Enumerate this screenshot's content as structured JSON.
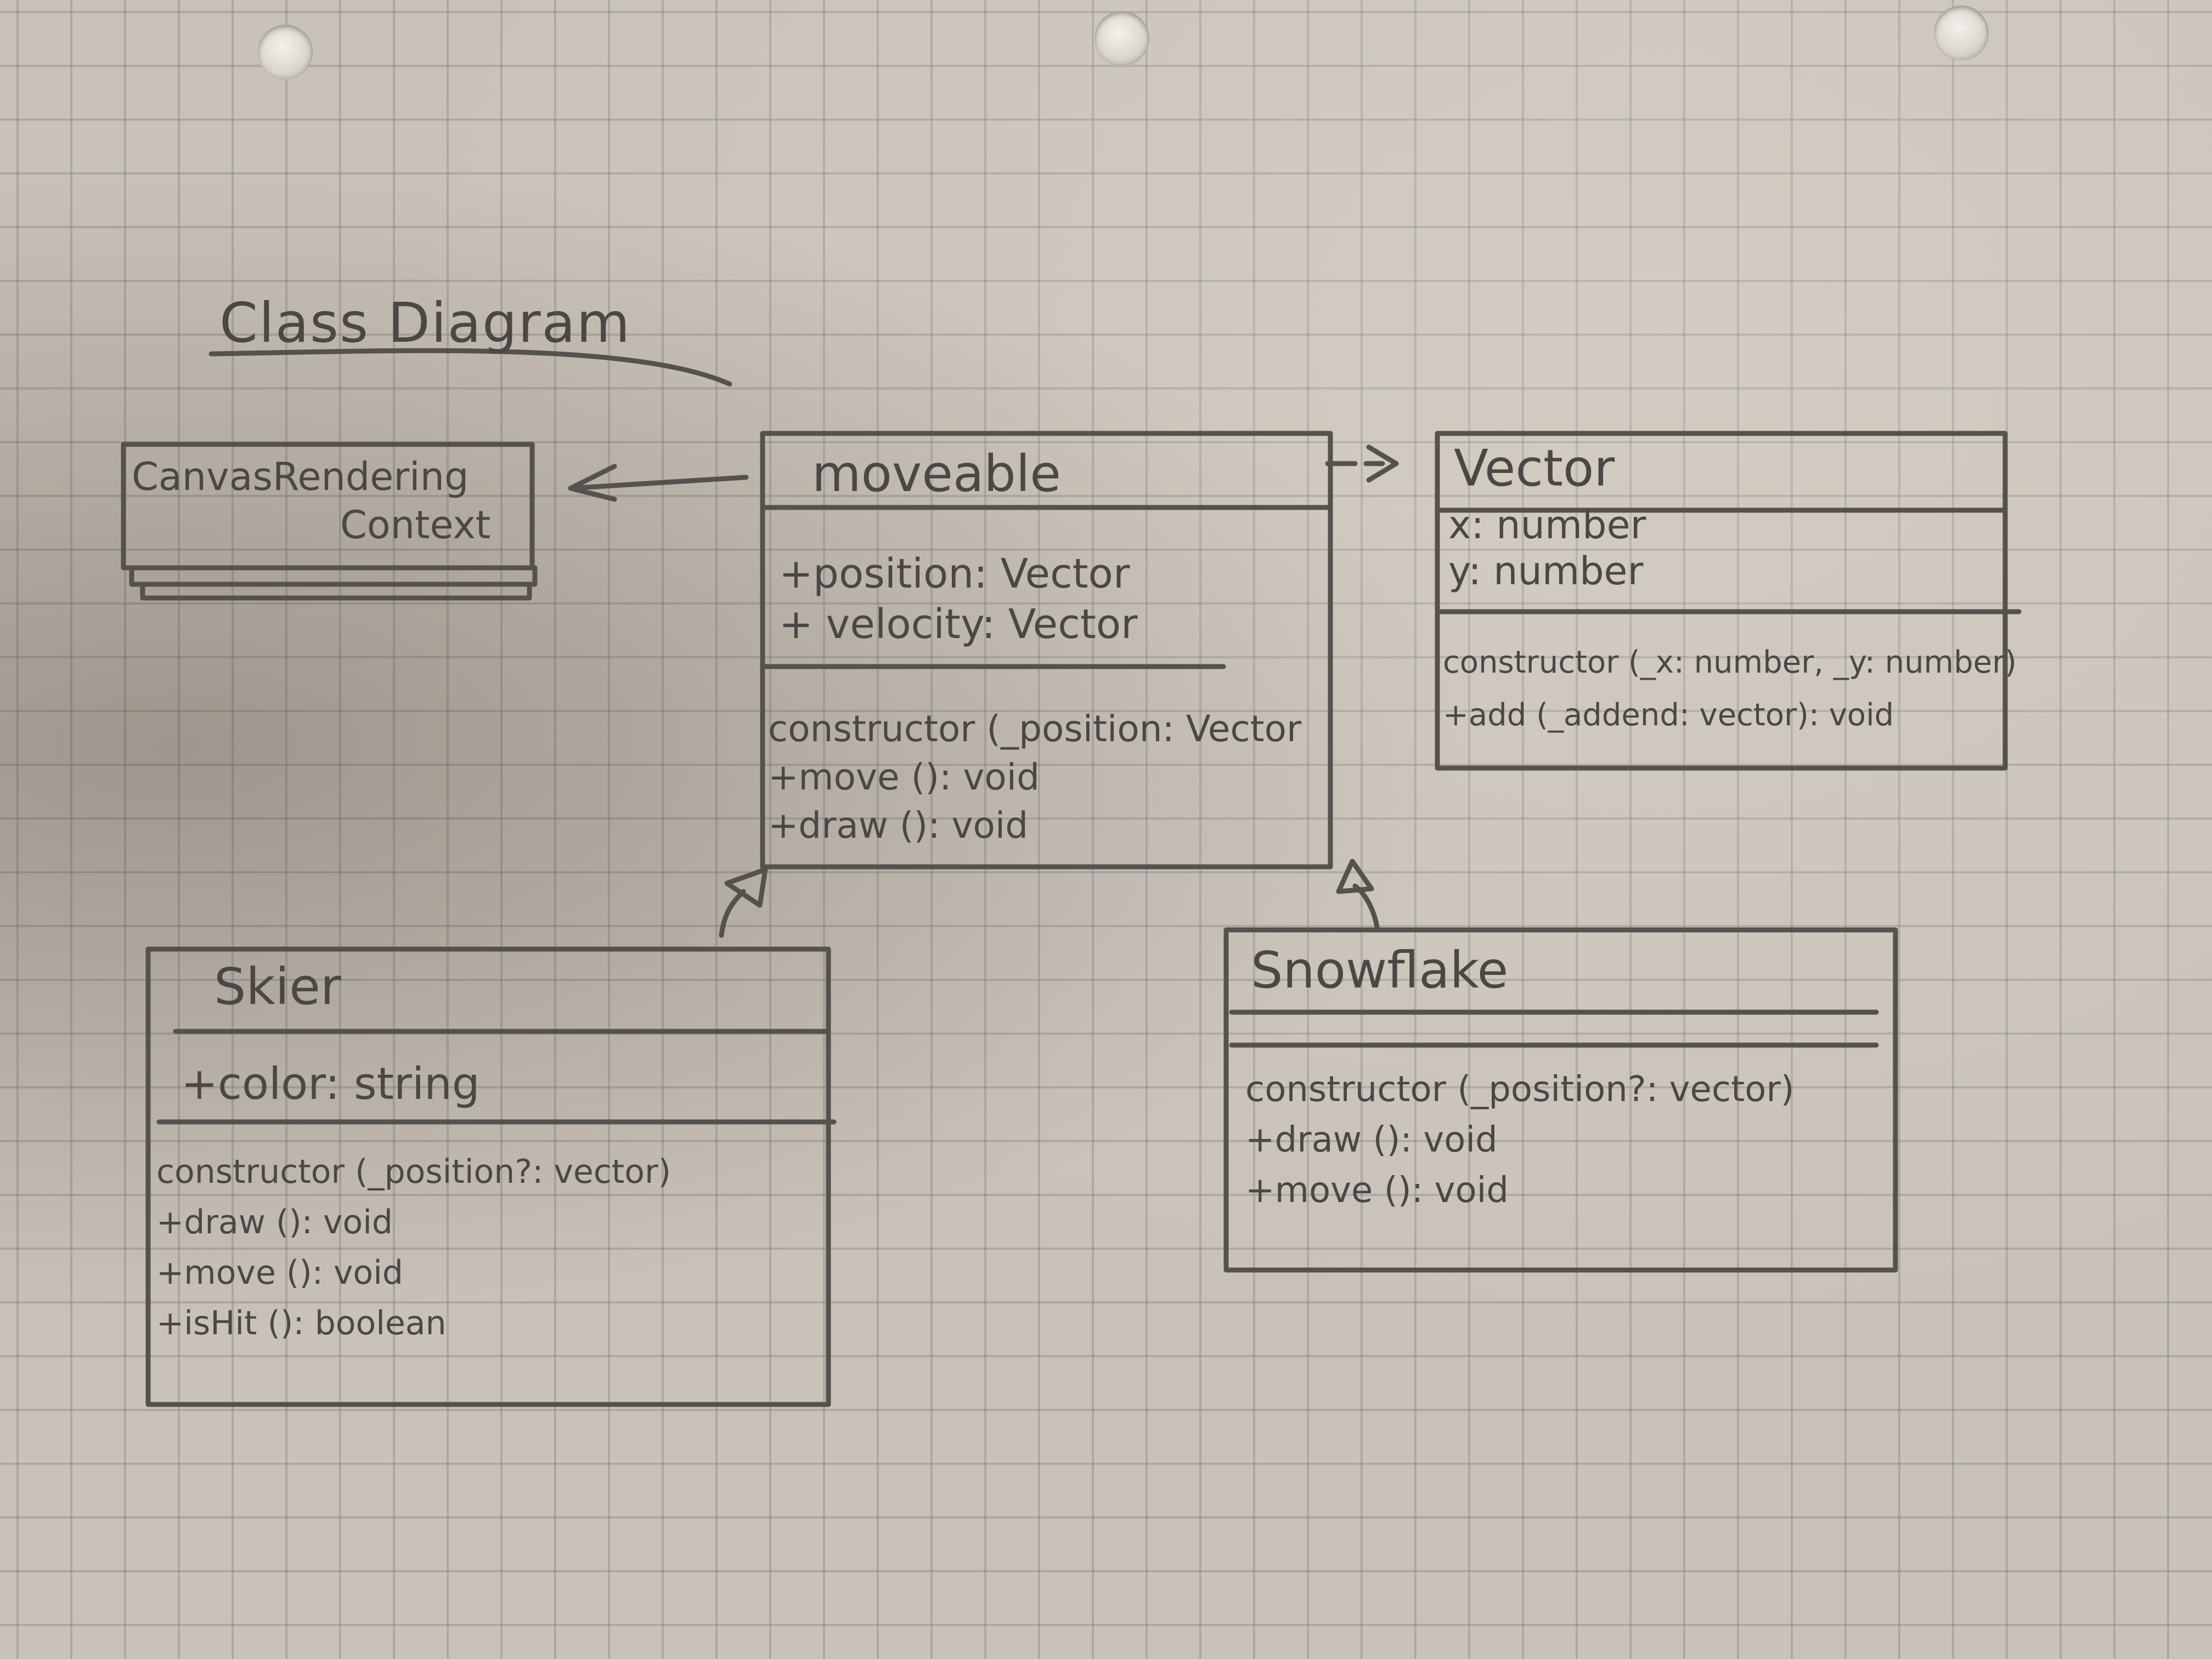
{
  "diagram": {
    "title": "Class Diagram",
    "classes": [
      {
        "id": "canvas",
        "name_lines": [
          "CanvasRendering",
          "Context"
        ],
        "attributes": [],
        "methods": []
      },
      {
        "id": "moveable",
        "name": "moveable",
        "attributes": [
          "+position: Vector",
          "+ velocity: Vector"
        ],
        "methods": [
          "constructor (_position: Vector",
          "+move (): void",
          "+draw (): void"
        ]
      },
      {
        "id": "vector",
        "name": "Vector",
        "attributes": [
          "x: number",
          "y: number"
        ],
        "methods": [
          "constructor (_x: number, _y: number)",
          "+add (_addend: vector): void"
        ]
      },
      {
        "id": "skier",
        "name": "Skier",
        "attributes": [
          "+color: string"
        ],
        "methods": [
          "constructor (_position?: vector)",
          "+draw (): void",
          "+move (): void",
          "+isHit (): boolean"
        ]
      },
      {
        "id": "snowflake",
        "name": "Snowflake",
        "attributes": [],
        "methods": [
          "constructor (_position?: vector)",
          "+draw (): void",
          "+move (): void"
        ]
      }
    ],
    "relations": [
      {
        "from": "moveable",
        "to": "canvas",
        "type": "association"
      },
      {
        "from": "moveable",
        "to": "vector",
        "type": "dependency"
      },
      {
        "from": "skier",
        "to": "moveable",
        "type": "inheritance"
      },
      {
        "from": "snowflake",
        "to": "moveable",
        "type": "inheritance"
      }
    ]
  }
}
